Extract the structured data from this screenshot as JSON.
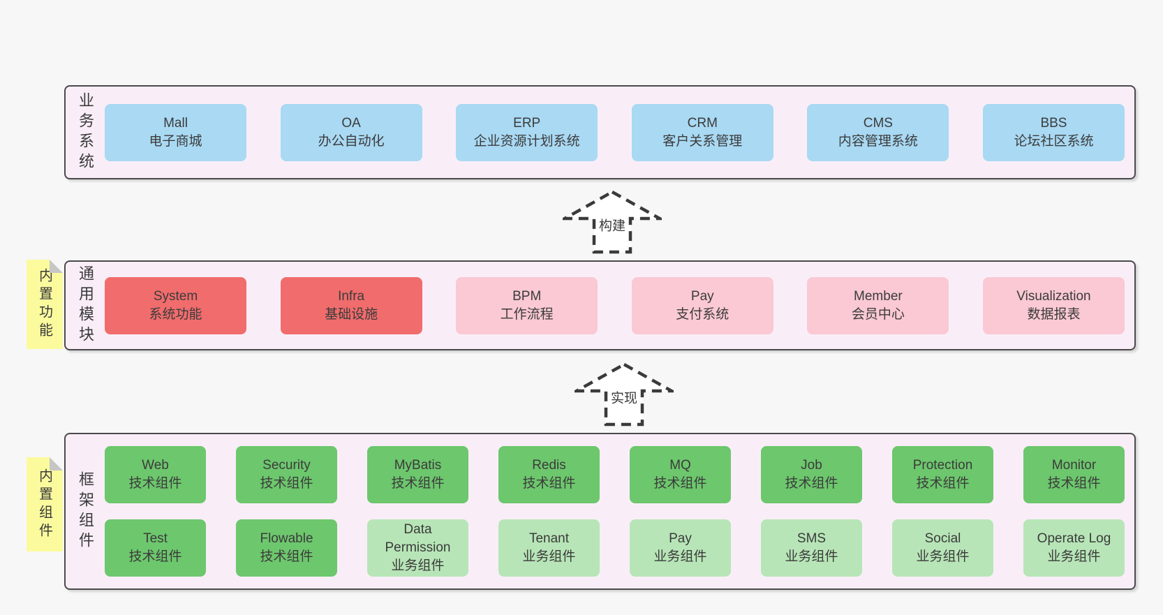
{
  "palette": {
    "page_bg": "#f7f7f7",
    "panel_bg": "#f9eef7",
    "panel_border": "#4a4a4a",
    "box_blue": "#a9d9f3",
    "box_red": "#f16c6c",
    "box_pink": "#fac9d3",
    "box_green": "#6dc76d",
    "box_green_light": "#b7e5b7",
    "note_yellow": "#fbfb9e",
    "note_fold": "#c6c6c6",
    "text": "#3b3b3b",
    "arrow": "#3a3a3a",
    "arrow_fill": "#ffffff"
  },
  "sections": {
    "business": {
      "label": "业务系统",
      "items": [
        {
          "en": "Mall",
          "zh": "电子商城",
          "variant": "blue"
        },
        {
          "en": "OA",
          "zh": "办公自动化",
          "variant": "blue"
        },
        {
          "en": "ERP",
          "zh": "企业资源计划系统",
          "variant": "blue"
        },
        {
          "en": "CRM",
          "zh": "客户关系管理",
          "variant": "blue"
        },
        {
          "en": "CMS",
          "zh": "内容管理系统",
          "variant": "blue"
        },
        {
          "en": "BBS",
          "zh": "论坛社区系统",
          "variant": "blue"
        }
      ]
    },
    "modules": {
      "label": "通用模块",
      "note": "内置功能",
      "items": [
        {
          "en": "System",
          "zh": "系统功能",
          "variant": "red"
        },
        {
          "en": "Infra",
          "zh": "基础设施",
          "variant": "red"
        },
        {
          "en": "BPM",
          "zh": "工作流程",
          "variant": "pink"
        },
        {
          "en": "Pay",
          "zh": "支付系统",
          "variant": "pink"
        },
        {
          "en": "Member",
          "zh": "会员中心",
          "variant": "pink"
        },
        {
          "en": "Visualization",
          "zh": "数据报表",
          "variant": "pink"
        }
      ]
    },
    "components": {
      "label": "框架组件",
      "note": "内置组件",
      "rows": [
        [
          {
            "en": "Web",
            "zh": "技术组件",
            "variant": "green"
          },
          {
            "en": "Security",
            "zh": "技术组件",
            "variant": "green"
          },
          {
            "en": "MyBatis",
            "zh": "技术组件",
            "variant": "green"
          },
          {
            "en": "Redis",
            "zh": "技术组件",
            "variant": "green"
          },
          {
            "en": "MQ",
            "zh": "技术组件",
            "variant": "green"
          },
          {
            "en": "Job",
            "zh": "技术组件",
            "variant": "green"
          },
          {
            "en": "Protection",
            "zh": "技术组件",
            "variant": "green"
          },
          {
            "en": "Monitor",
            "zh": "技术组件",
            "variant": "green"
          }
        ],
        [
          {
            "en": "Test",
            "zh": "技术组件",
            "variant": "green"
          },
          {
            "en": "Flowable",
            "zh": "技术组件",
            "variant": "green"
          },
          {
            "en": "Data Permission",
            "zh": "业务组件",
            "variant": "green-light"
          },
          {
            "en": "Tenant",
            "zh": "业务组件",
            "variant": "green-light"
          },
          {
            "en": "Pay",
            "zh": "业务组件",
            "variant": "green-light"
          },
          {
            "en": "SMS",
            "zh": "业务组件",
            "variant": "green-light"
          },
          {
            "en": "Social",
            "zh": "业务组件",
            "variant": "green-light"
          },
          {
            "en": "Operate Log",
            "zh": "业务组件",
            "variant": "green-light"
          }
        ]
      ]
    }
  },
  "arrows": {
    "build": {
      "label": "构建"
    },
    "implement": {
      "label": "实现"
    }
  }
}
